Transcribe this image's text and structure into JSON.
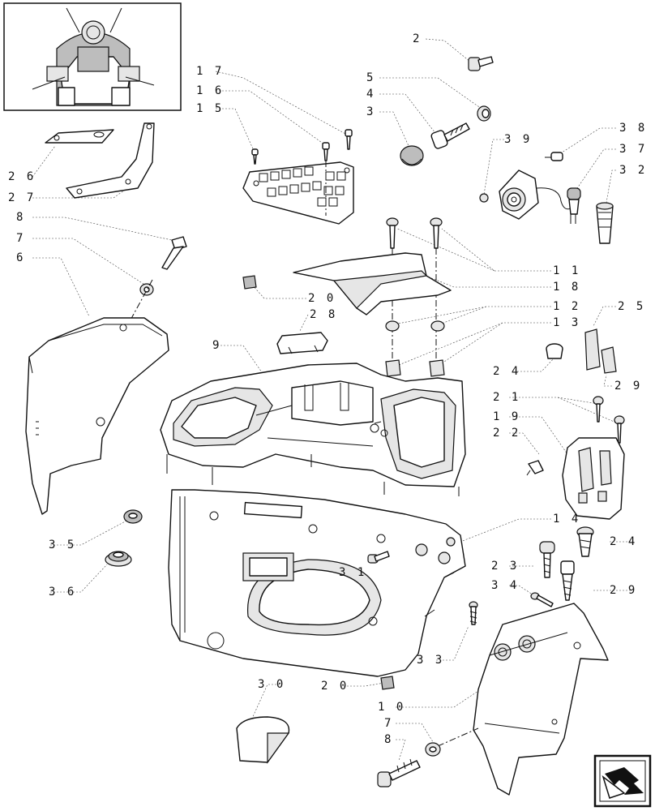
{
  "callouts": [
    {
      "id": "c2",
      "text": "2"
    },
    {
      "id": "c5",
      "text": "5"
    },
    {
      "id": "c4",
      "text": "4"
    },
    {
      "id": "c3",
      "text": "3"
    },
    {
      "id": "c17",
      "text": "1 7"
    },
    {
      "id": "c16",
      "text": "1 6"
    },
    {
      "id": "c15",
      "text": "1 5"
    },
    {
      "id": "c39",
      "text": "3 9"
    },
    {
      "id": "c38",
      "text": "3 8"
    },
    {
      "id": "c37",
      "text": "3 7"
    },
    {
      "id": "c32",
      "text": "3 2"
    },
    {
      "id": "c26",
      "text": "2 6"
    },
    {
      "id": "c27",
      "text": "2 7"
    },
    {
      "id": "c8a",
      "text": "8"
    },
    {
      "id": "c7a",
      "text": "7"
    },
    {
      "id": "c6",
      "text": "6"
    },
    {
      "id": "c11",
      "text": "1 1"
    },
    {
      "id": "c18",
      "text": "1 8"
    },
    {
      "id": "c20a",
      "text": "2 0"
    },
    {
      "id": "c12",
      "text": "1 2"
    },
    {
      "id": "c28",
      "text": "2 8"
    },
    {
      "id": "c13",
      "text": "1 3"
    },
    {
      "id": "c25",
      "text": "2 5"
    },
    {
      "id": "c9",
      "text": "9"
    },
    {
      "id": "c24a",
      "text": "2 4"
    },
    {
      "id": "c29a",
      "text": "2 9"
    },
    {
      "id": "c21",
      "text": "2 1"
    },
    {
      "id": "c19",
      "text": "1 9"
    },
    {
      "id": "c22",
      "text": "2 2"
    },
    {
      "id": "c14",
      "text": "1 4"
    },
    {
      "id": "c35",
      "text": "3 5"
    },
    {
      "id": "c24b",
      "text": "2 4"
    },
    {
      "id": "c31",
      "text": "3 1"
    },
    {
      "id": "c23",
      "text": "2 3"
    },
    {
      "id": "c36",
      "text": "3 6"
    },
    {
      "id": "c34",
      "text": "3 4"
    },
    {
      "id": "c29b",
      "text": "2 9"
    },
    {
      "id": "c33",
      "text": "3 3"
    },
    {
      "id": "c30",
      "text": "3 0"
    },
    {
      "id": "c20b",
      "text": "2 0"
    },
    {
      "id": "c10",
      "text": "1 0"
    },
    {
      "id": "c7b",
      "text": "7"
    },
    {
      "id": "c8b",
      "text": "8"
    }
  ],
  "icons": {
    "thumbnail": "tractor-cab-thumbnail-icon",
    "navigation": "next-page-arrow-icon"
  }
}
